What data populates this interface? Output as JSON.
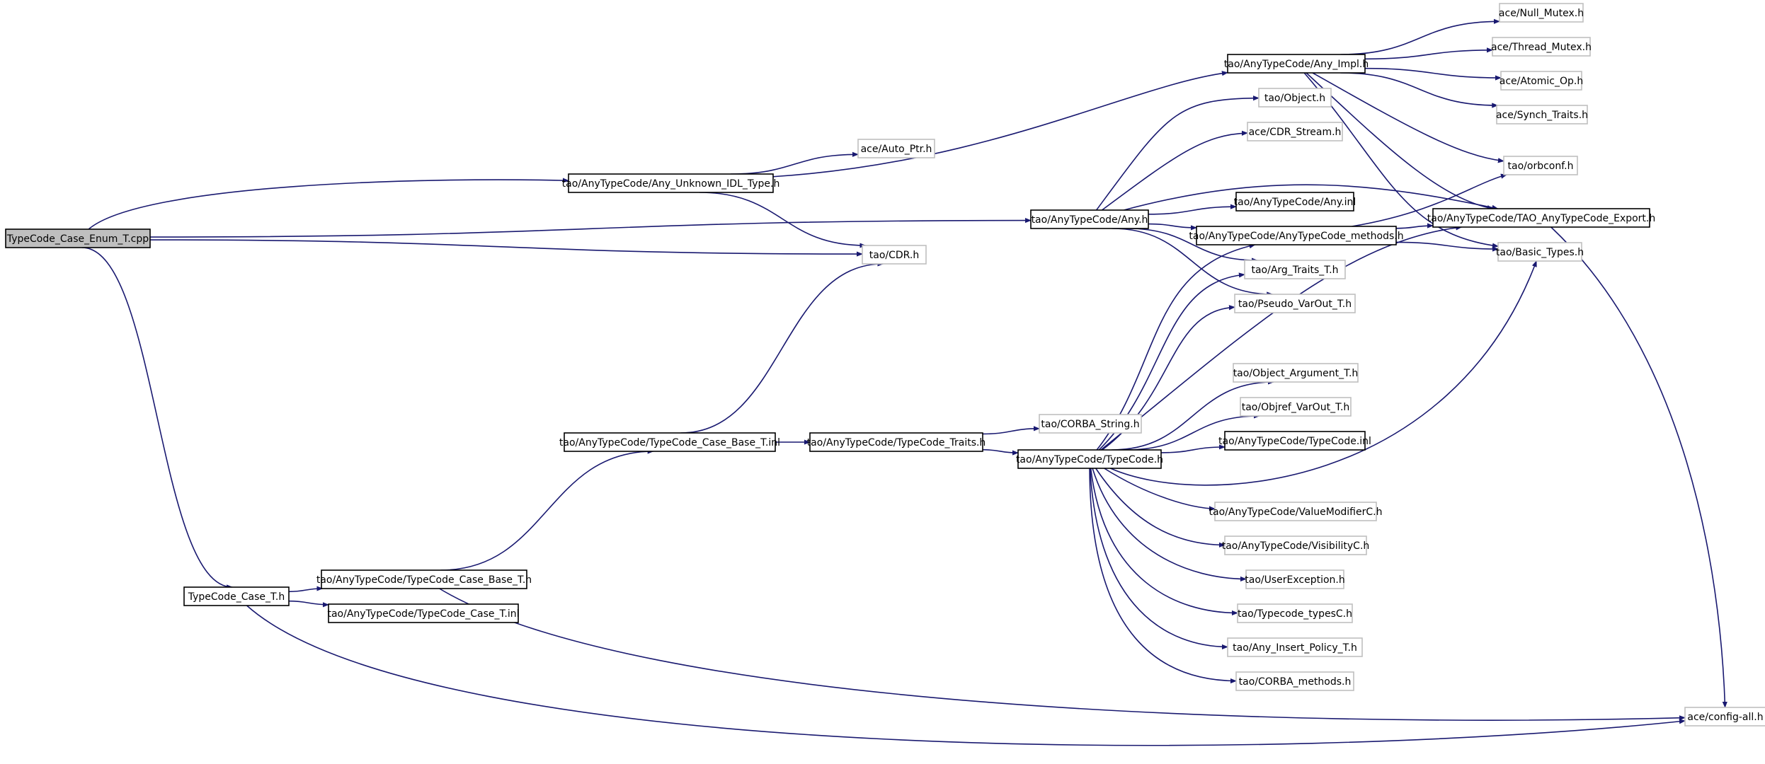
{
  "colors": {
    "edge": "#191970",
    "root_fill": "#bfbfbf",
    "root_border": "#000000",
    "node_border": "#000000",
    "leaf_border": "#bfbfbf",
    "node_fill": "#ffffff"
  },
  "root": "TypeCode_Case_Enum_T.cpp",
  "nodes": [
    {
      "id": "n0",
      "label": "TypeCode_Case_Enum_T.cpp",
      "kind": "root"
    },
    {
      "id": "n1",
      "label": "tao/AnyTypeCode/Any_Unknown_IDL_Type.h",
      "kind": "node"
    },
    {
      "id": "n2",
      "label": "ace/Auto_Ptr.h",
      "kind": "leaf"
    },
    {
      "id": "n3",
      "label": "tao/CDR.h",
      "kind": "leaf"
    },
    {
      "id": "n4",
      "label": "tao/AnyTypeCode/Any_Impl.h",
      "kind": "node"
    },
    {
      "id": "n5",
      "label": "ace/Null_Mutex.h",
      "kind": "leaf"
    },
    {
      "id": "n6",
      "label": "ace/Thread_Mutex.h",
      "kind": "leaf"
    },
    {
      "id": "n7",
      "label": "ace/Atomic_Op.h",
      "kind": "leaf"
    },
    {
      "id": "n8",
      "label": "ace/Synch_Traits.h",
      "kind": "leaf"
    },
    {
      "id": "n9",
      "label": "tao/orbconf.h",
      "kind": "leaf"
    },
    {
      "id": "n10",
      "label": "tao/AnyTypeCode/TAO_AnyTypeCode_Export.h",
      "kind": "node"
    },
    {
      "id": "n11",
      "label": "tao/Basic_Types.h",
      "kind": "leaf"
    },
    {
      "id": "n12",
      "label": "tao/AnyTypeCode/Any.h",
      "kind": "node"
    },
    {
      "id": "n13",
      "label": "tao/Object.h",
      "kind": "leaf"
    },
    {
      "id": "n14",
      "label": "ace/CDR_Stream.h",
      "kind": "leaf"
    },
    {
      "id": "n15",
      "label": "tao/AnyTypeCode/Any.inl",
      "kind": "node"
    },
    {
      "id": "n16",
      "label": "tao/AnyTypeCode/AnyTypeCode_methods.h",
      "kind": "node"
    },
    {
      "id": "n17",
      "label": "tao/Arg_Traits_T.h",
      "kind": "leaf"
    },
    {
      "id": "n18",
      "label": "tao/Pseudo_VarOut_T.h",
      "kind": "leaf"
    },
    {
      "id": "n19",
      "label": "ace/config-all.h",
      "kind": "leaf"
    },
    {
      "id": "n20",
      "label": "TypeCode_Case_T.h",
      "kind": "node"
    },
    {
      "id": "n21",
      "label": "tao/AnyTypeCode/TypeCode_Case_Base_T.h",
      "kind": "node"
    },
    {
      "id": "n22",
      "label": "tao/AnyTypeCode/TypeCode_Case_T.inl",
      "kind": "node"
    },
    {
      "id": "n23",
      "label": "tao/AnyTypeCode/TypeCode_Case_Base_T.inl",
      "kind": "node"
    },
    {
      "id": "n24",
      "label": "tao/AnyTypeCode/TypeCode_Traits.h",
      "kind": "node"
    },
    {
      "id": "n25",
      "label": "tao/CORBA_String.h",
      "kind": "leaf"
    },
    {
      "id": "n26",
      "label": "tao/AnyTypeCode/TypeCode.h",
      "kind": "node"
    },
    {
      "id": "n27",
      "label": "tao/Object_Argument_T.h",
      "kind": "leaf"
    },
    {
      "id": "n28",
      "label": "tao/Objref_VarOut_T.h",
      "kind": "leaf"
    },
    {
      "id": "n29",
      "label": "tao/AnyTypeCode/TypeCode.inl",
      "kind": "node"
    },
    {
      "id": "n30",
      "label": "tao/AnyTypeCode/ValueModifierC.h",
      "kind": "leaf"
    },
    {
      "id": "n31",
      "label": "tao/AnyTypeCode/VisibilityC.h",
      "kind": "leaf"
    },
    {
      "id": "n32",
      "label": "tao/UserException.h",
      "kind": "leaf"
    },
    {
      "id": "n33",
      "label": "tao/Typecode_typesC.h",
      "kind": "leaf"
    },
    {
      "id": "n34",
      "label": "tao/Any_Insert_Policy_T.h",
      "kind": "leaf"
    },
    {
      "id": "n35",
      "label": "tao/CORBA_methods.h",
      "kind": "leaf"
    }
  ],
  "edges": [
    [
      "n0",
      "n1"
    ],
    [
      "n0",
      "n12"
    ],
    [
      "n0",
      "n3"
    ],
    [
      "n0",
      "n20"
    ],
    [
      "n1",
      "n2"
    ],
    [
      "n1",
      "n3"
    ],
    [
      "n1",
      "n4"
    ],
    [
      "n4",
      "n5"
    ],
    [
      "n4",
      "n6"
    ],
    [
      "n4",
      "n7"
    ],
    [
      "n4",
      "n8"
    ],
    [
      "n4",
      "n9"
    ],
    [
      "n4",
      "n10"
    ],
    [
      "n4",
      "n11"
    ],
    [
      "n12",
      "n13"
    ],
    [
      "n12",
      "n14"
    ],
    [
      "n12",
      "n15"
    ],
    [
      "n12",
      "n16"
    ],
    [
      "n12",
      "n10"
    ],
    [
      "n12",
      "n17"
    ],
    [
      "n12",
      "n18"
    ],
    [
      "n16",
      "n9"
    ],
    [
      "n16",
      "n10"
    ],
    [
      "n16",
      "n11"
    ],
    [
      "n10",
      "n19"
    ],
    [
      "n20",
      "n21"
    ],
    [
      "n20",
      "n22"
    ],
    [
      "n20",
      "n19"
    ],
    [
      "n21",
      "n23"
    ],
    [
      "n21",
      "n19"
    ],
    [
      "n23",
      "n3"
    ],
    [
      "n23",
      "n24"
    ],
    [
      "n24",
      "n25"
    ],
    [
      "n24",
      "n26"
    ],
    [
      "n26",
      "n16"
    ],
    [
      "n26",
      "n10"
    ],
    [
      "n26",
      "n17"
    ],
    [
      "n26",
      "n18"
    ],
    [
      "n26",
      "n27"
    ],
    [
      "n26",
      "n28"
    ],
    [
      "n26",
      "n29"
    ],
    [
      "n26",
      "n11"
    ],
    [
      "n26",
      "n30"
    ],
    [
      "n26",
      "n31"
    ],
    [
      "n26",
      "n32"
    ],
    [
      "n26",
      "n33"
    ],
    [
      "n26",
      "n34"
    ],
    [
      "n26",
      "n35"
    ]
  ]
}
